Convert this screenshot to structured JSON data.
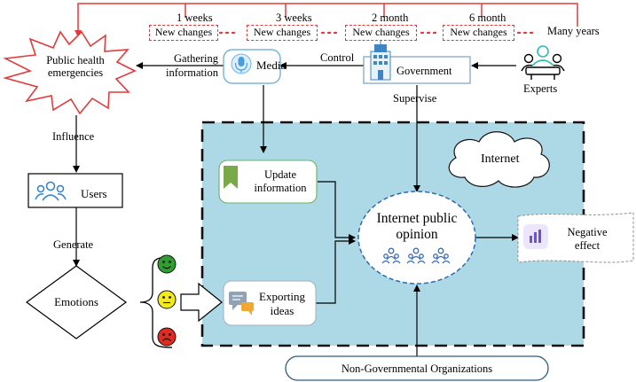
{
  "top_timeline": {
    "periods": [
      {
        "label": "1 weeks"
      },
      {
        "label": "3 weeks"
      },
      {
        "label": "2 month"
      },
      {
        "label": "6 month"
      }
    ],
    "change_label": "New changes",
    "end_label": "Many years"
  },
  "nodes": {
    "public_health": "Public health\nemergencies",
    "media": "Media",
    "government": "Government",
    "experts": "Experts",
    "users": "Users",
    "emotions": "Emotions",
    "update_information": "Update\ninformation",
    "exporting_ideas": "Exporting\nideas",
    "internet_cloud": "Internet",
    "internet_public_opinion": "Internet public\nopinion",
    "negative_effect": "Negative\neffect",
    "ngo": "Non-Governmental Organizations"
  },
  "edges": {
    "gathering": "Gathering\ninformation",
    "control": "Control",
    "supervise": "Supervise",
    "influence": "Influence",
    "generate": "Generate"
  },
  "colors": {
    "timeline_red": "#e23a3a",
    "internet_region": "#add8e6",
    "emoji_green": "#2e9e2e",
    "emoji_yellow": "#f2ea1c",
    "emoji_red": "#e12b20",
    "bookmark_green": "#7aaa48"
  },
  "icons": [
    "microphone-icon",
    "government-building-icon",
    "experts-meeting-icon",
    "users-group-icon",
    "bookmark-icon",
    "chat-bubbles-icon",
    "bar-chart-icon",
    "people-group-icon",
    "smiley-face-icon",
    "neutral-face-icon",
    "sad-face-icon"
  ]
}
